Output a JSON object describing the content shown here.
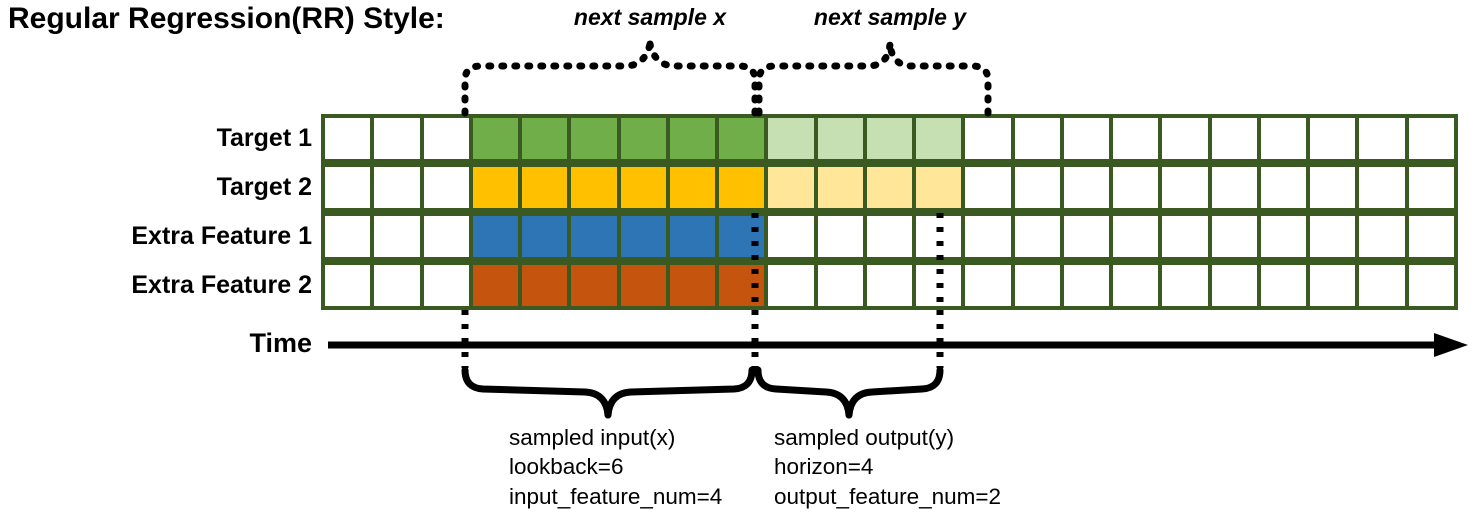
{
  "title": "Regular Regression(RR) Style:",
  "rows": [
    {
      "label": "Target 1",
      "color_key": "green",
      "light_key": "green_light"
    },
    {
      "label": "Target 2",
      "color_key": "yellow",
      "light_key": "yellow_light"
    },
    {
      "label": "Extra Feature 1",
      "color_key": "blue",
      "light_key": null
    },
    {
      "label": "Extra Feature 2",
      "color_key": "orange",
      "light_key": null
    }
  ],
  "colors": {
    "grid_line": "#3A5A21",
    "cell_empty": "#FFFFFF",
    "green": "#6FAE48",
    "green_light": "#C6E0B4",
    "yellow": "#FFC000",
    "yellow_light": "#FFE699",
    "blue": "#2E75B6",
    "orange": "#C5540F",
    "annotation": "#000000"
  },
  "grid": {
    "total_columns": 23,
    "leading_empty_columns": 3,
    "lookback_columns": 6,
    "horizon_columns": 4,
    "trailing_empty_columns": 10
  },
  "top_braces": [
    {
      "id": "next-sample-x",
      "caption": "next sample x"
    },
    {
      "id": "next-sample-y",
      "caption": "next sample y"
    }
  ],
  "time_axis": {
    "label": "Time",
    "arrow": "arrow-right"
  },
  "bottom_braces": [
    {
      "id": "sampled-input",
      "lines": [
        "sampled input(x)",
        "lookback=6",
        "input_feature_num=4"
      ]
    },
    {
      "id": "sampled-output",
      "lines": [
        "sampled output(y)",
        "horizon=4",
        "output_feature_num=2"
      ]
    }
  ]
}
